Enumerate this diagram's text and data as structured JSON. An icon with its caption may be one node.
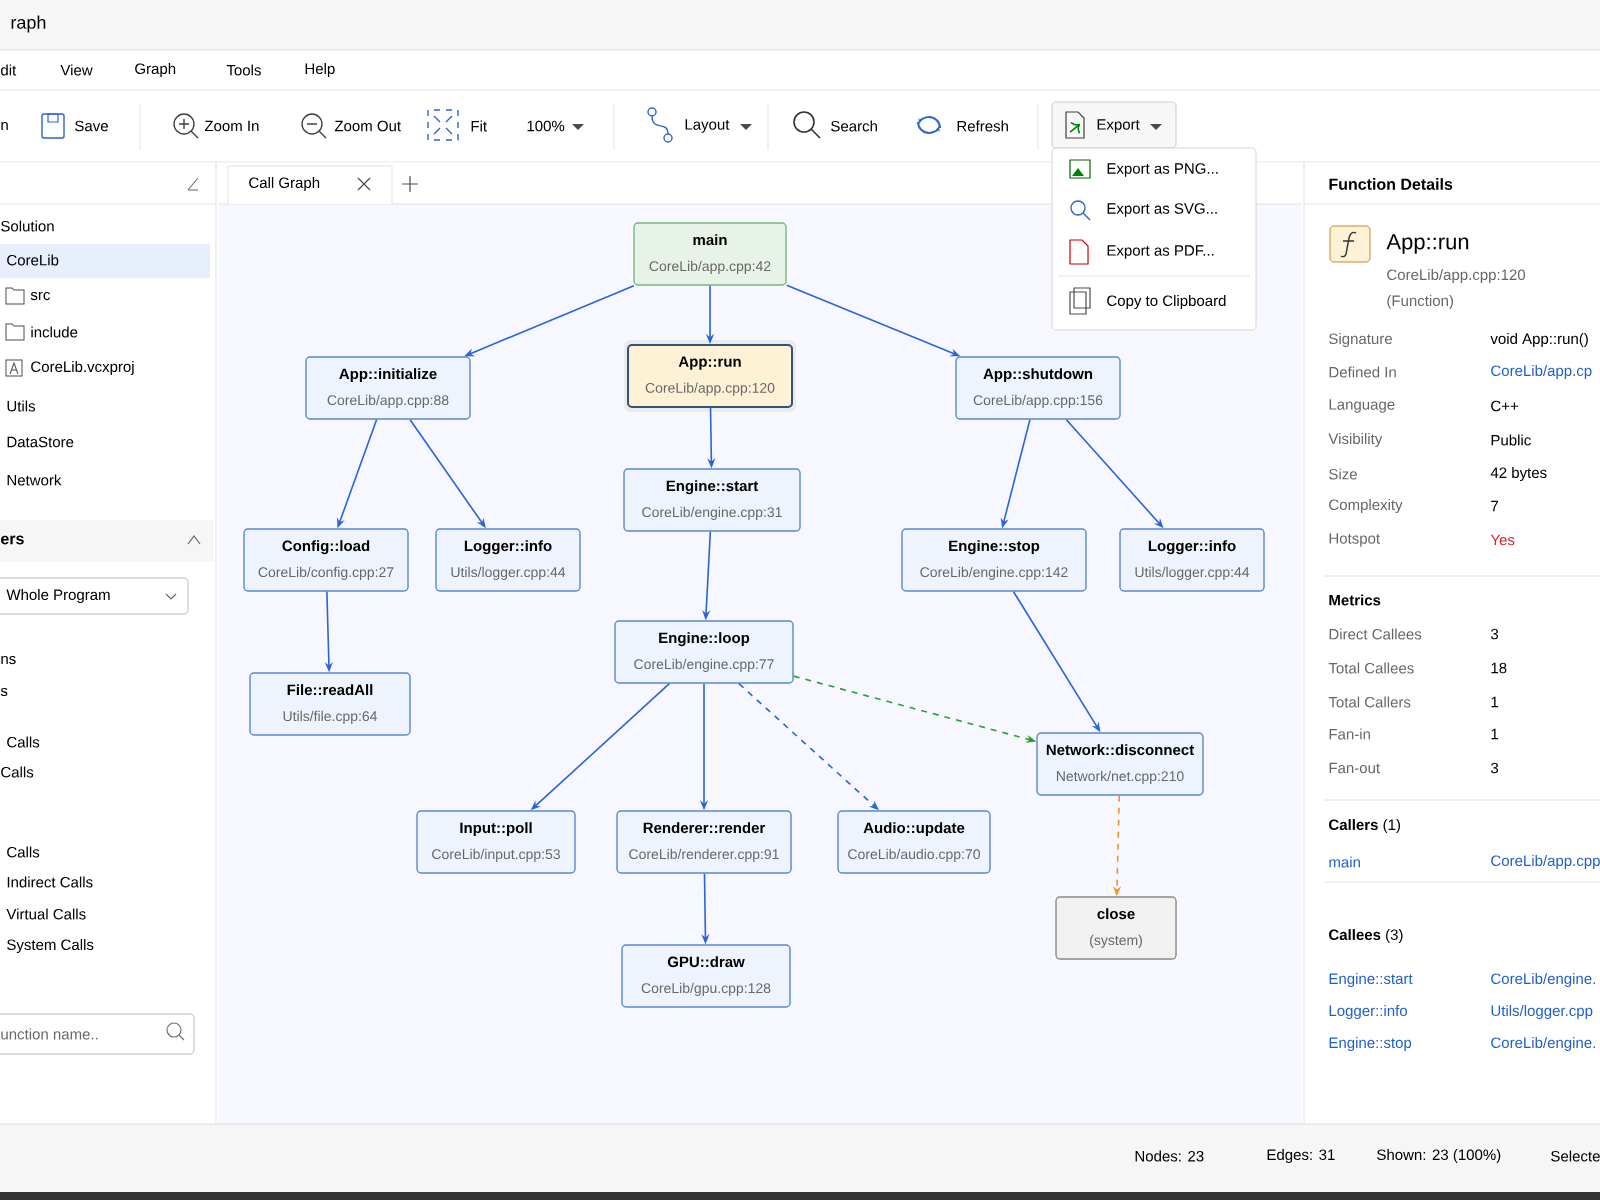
{
  "diagram": {
    "nodes": [
      {
        "text": [
          "main",
          "CoreLib/app.cpp:42"
        ]
      },
      {
        "text": [
          "App::initialize",
          "CoreLib/app.cpp:88"
        ]
      },
      {
        "text": [
          "App::run",
          "CoreLib/app.cpp:120"
        ]
      },
      {
        "text": [
          "App::shutdown",
          "CoreLib/app.cpp:156"
        ]
      },
      {
        "text": [
          "Engine::start",
          "CoreLib/engine.cpp:31"
        ]
      },
      {
        "text": [
          "Config::load",
          "CoreLib/config.cpp:27"
        ]
      },
      {
        "text": [
          "Logger::info",
          "Utils/logger.cpp:44"
        ]
      },
      {
        "text": [
          "Engine::stop",
          "CoreLib/engine.cpp:142"
        ]
      },
      {
        "text": [
          "Logger::info",
          "Utils/logger.cpp:44"
        ]
      },
      {
        "text": [
          "Engine::loop",
          "CoreLib/engine.cpp:77"
        ]
      },
      {
        "text": [
          "File::readAll",
          "Utils/file.cpp:64"
        ]
      },
      {
        "text": [
          "Network::disconnect",
          "Network/net.cpp:210"
        ]
      },
      {
        "text": [
          "Input::poll",
          "CoreLib/input.cpp:53"
        ]
      },
      {
        "text": [
          "Renderer::render",
          "CoreLib/renderer.cpp:91"
        ]
      },
      {
        "text": [
          "Audio::update",
          "CoreLib/audio.cpp:70"
        ]
      },
      {
        "text": [
          "GPU::draw",
          "CoreLib/gpu.cpp:128"
        ]
      },
      {
        "text": [
          "close",
          "(system)"
        ]
      }
    ],
    "edges": [
      {
        "from": 0,
        "to": 1,
        "arrow": "to"
      },
      {
        "from": 0,
        "to": 2,
        "arrow": "to"
      },
      {
        "from": 0,
        "to": 3,
        "arrow": "to"
      },
      {
        "from": 2,
        "to": 4,
        "arrow": "to"
      },
      {
        "from": 1,
        "to": 5,
        "arrow": "to"
      },
      {
        "from": 1,
        "to": 6,
        "arrow": "to"
      },
      {
        "from": 3,
        "to": 7,
        "arrow": "to"
      },
      {
        "from": 3,
        "to": 8,
        "arrow": "to"
      },
      {
        "from": 4,
        "to": 9,
        "arrow": "to"
      },
      {
        "from": 5,
        "to": 10,
        "arrow": "to"
      },
      {
        "from": 7,
        "to": 11,
        "arrow": "to"
      },
      {
        "from": 9,
        "to": 12,
        "arrow": "to"
      },
      {
        "from": 9,
        "to": 13,
        "arrow": "to"
      },
      {
        "from": 9,
        "to": 14,
        "arrow": "to",
        "style": "dashed"
      },
      {
        "from": 9,
        "to": 11,
        "arrow": "to",
        "style": "dashed",
        "color": "#2e9e2e"
      },
      {
        "from": 13,
        "to": 15,
        "arrow": "to"
      },
      {
        "from": 11,
        "to": 16,
        "arrow": "to",
        "style": "dashed",
        "color": "#f0932b"
      }
    ],
    "labels": [
      "raph",
      "dit",
      "View",
      "Graph",
      "Tools",
      "Help",
      "n",
      "Save",
      "Zoom In",
      "Zoom Out",
      "Fit",
      "100%",
      "Layout",
      "Search",
      "Refresh",
      "Export",
      "Call Graph",
      "Export as PNG...",
      "Export as SVG...",
      "Export as PDF...",
      "Copy to Clipboard",
      "Function Details",
      "App::run",
      "CoreLib/app.cpp:120",
      "(Function)",
      "Signature",
      "void App::run()",
      "Defined In",
      "CoreLib/app.cp",
      "Language",
      "C++",
      "Visibility",
      "Public",
      "Size",
      "42 bytes",
      "Complexity",
      "7",
      "Hotspot",
      "Yes",
      "Metrics",
      "Direct Callees",
      "3",
      "Total Callees",
      "18",
      "Total Callers",
      "1",
      "Fan-in",
      "1",
      "Fan-out",
      "3",
      "**Callers** (1)",
      "main",
      "CoreLib/app.cpp",
      "**Callees** (3)",
      "Engine::start",
      "CoreLib/engine.",
      "Logger::info",
      "Utils/logger.cpp",
      "Engine::stop",
      "CoreLib/engine.",
      "Solution",
      "CoreLib",
      "src",
      "include",
      "CoreLib.vcxproj",
      "Utils",
      "DataStore",
      "Network",
      "ers",
      "Whole Program",
      "ns",
      "s",
      "Calls",
      "Calls",
      "Calls",
      "Indirect Calls",
      "Virtual Calls",
      "System Calls",
      "unction name..",
      "Nodes: 23",
      "Edges: 31",
      "Shown: 23 (100%)",
      "Selecte"
    ]
  }
}
